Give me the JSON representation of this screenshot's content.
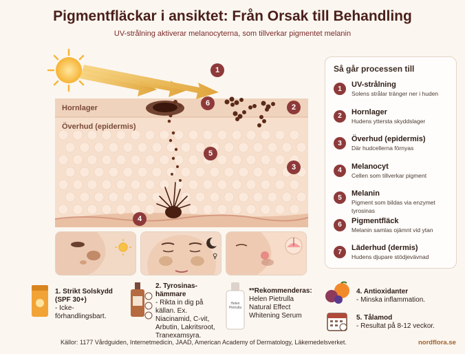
{
  "title": "Pigmentfläckar i ansiktet: Från Orsak till Behandling",
  "subtitle": "UV-strålning aktiverar melanocyterna, som tillverkar pigmentet melanin",
  "skin_labels": {
    "hornlager": "Hornlager",
    "overhud": "Överhud (epidermis)"
  },
  "markers": [
    "1",
    "2",
    "3",
    "4",
    "5",
    "6"
  ],
  "legend": {
    "title": "Så går processen till",
    "items": [
      {
        "num": "1",
        "title": "UV-strålning",
        "desc": "Solens strålar tränger ner i huden"
      },
      {
        "num": "2",
        "title": "Hornlager",
        "desc": "Hudens yttersta skyddslager"
      },
      {
        "num": "3",
        "title": "Överhud (epidermis)",
        "desc": "Där hudcellerna förnyas"
      },
      {
        "num": "4",
        "title": "Melanocyt",
        "desc": "Cellen som tillverkar pigment"
      },
      {
        "num": "5",
        "title": "Melanin",
        "desc": "Pigment som bildas via enzymet tyrosinas"
      },
      {
        "num": "6",
        "title": "Pigmentfläck",
        "desc": "Melanin samlas ojämnt vid ytan"
      },
      {
        "num": "7",
        "title": "Läderhud (dermis)",
        "desc": "Hudens djupare stödjevävnad"
      }
    ]
  },
  "tips": {
    "t1": {
      "title": "1. Strikt Solskydd (SPF 30+)",
      "desc": "- Icke-förhandlingsbart."
    },
    "t2": {
      "title": "2. Tyrosinas-hämmare",
      "desc": "- Rikta in dig på källan. Ex. Niacinamid, C-vit, Arbutin, Lakritsroot, Tranexamsyra."
    },
    "t3": {
      "title": "**Rekommenderas:",
      "desc": "Helen Pietrulla Natural Effect Whitening Serum"
    },
    "bottle_label": "Helen Pietrulla",
    "t4": {
      "title": "4. Antioxidanter",
      "desc": "- Minska inflammation."
    },
    "t5": {
      "title": "5. Tålamod",
      "desc": "- Resultat på 8-12 veckor."
    }
  },
  "footer": "Källor: 1177 Vårdguiden, Internetmedicin, JAAD, American Academy of Dermatology, Läkemedelsverket.",
  "brand": "nordflora.se",
  "colors": {
    "accent": "#8e3a3a",
    "skin_top": "#f1d7c3",
    "skin_mid": "#f5dcc9",
    "brand": "#a0602a"
  }
}
